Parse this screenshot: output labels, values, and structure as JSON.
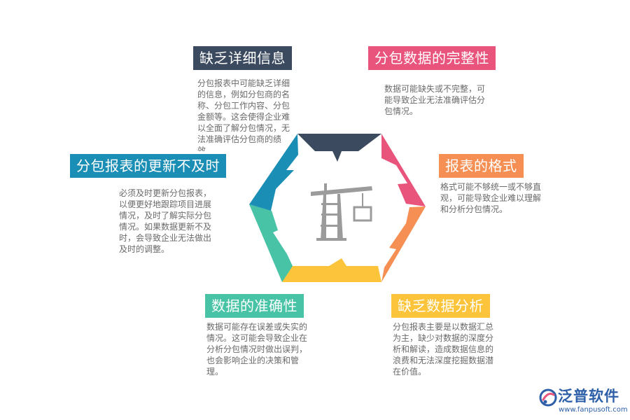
{
  "colors": {
    "navy": "#3b4a5e",
    "pink": "#e9547c",
    "orange": "#f58f53",
    "yellow": "#fbc43a",
    "teal": "#48c3a6",
    "blue": "#1b8eb5",
    "icon_gray": "#9b9b9b"
  },
  "center_icon": "tower-crane-icon",
  "items": [
    {
      "key": "top",
      "title": "缺乏详细信息",
      "color": "#3b4a5e",
      "desc": "分包报表中可能缺乏详细的信息，例如分包商的名称、分包工作内容、分包金额等。这会使得企业难以全面了解分包情况，无法准确评估分包商的绩效。"
    },
    {
      "key": "top_right",
      "title": "分包数据的完整性",
      "color": "#e9547c",
      "desc": "数据可能缺失或不完整，可能导致企业无法准确评估分包情况。"
    },
    {
      "key": "right",
      "title": "报表的格式",
      "color": "#f58f53",
      "desc": "格式可能不够统一或不够直观，可能导致企业难以理解和分析分包情况。"
    },
    {
      "key": "bottom_right",
      "title": "缺乏数据分析",
      "color": "#fbc43a",
      "desc": "分包报表主要是以数据汇总为主，缺少对数据的深度分析和解读，造成数据信息的浪费和无法深度挖掘数据潜在价值。"
    },
    {
      "key": "bottom_left",
      "title": "数据的准确性",
      "color": "#48c3a6",
      "desc": "数据可能存在误差或失实的情况。这可能会导致企业在分析分包情况时做出误判，也会影响企业的决策和管理。"
    },
    {
      "key": "left",
      "title": "分包报表的更新不及时",
      "color": "#1b8eb5",
      "desc": "必须及时更新分包报表，以便更好地跟踪项目进展情况，及时了解实际分包情况。如果数据更新不及时，会导致企业无法做出及时的调整。"
    }
  ],
  "logo": {
    "name": "泛普软件",
    "url": "www.fanpusoft.com",
    "icon": "fanpu-logo-icon"
  }
}
